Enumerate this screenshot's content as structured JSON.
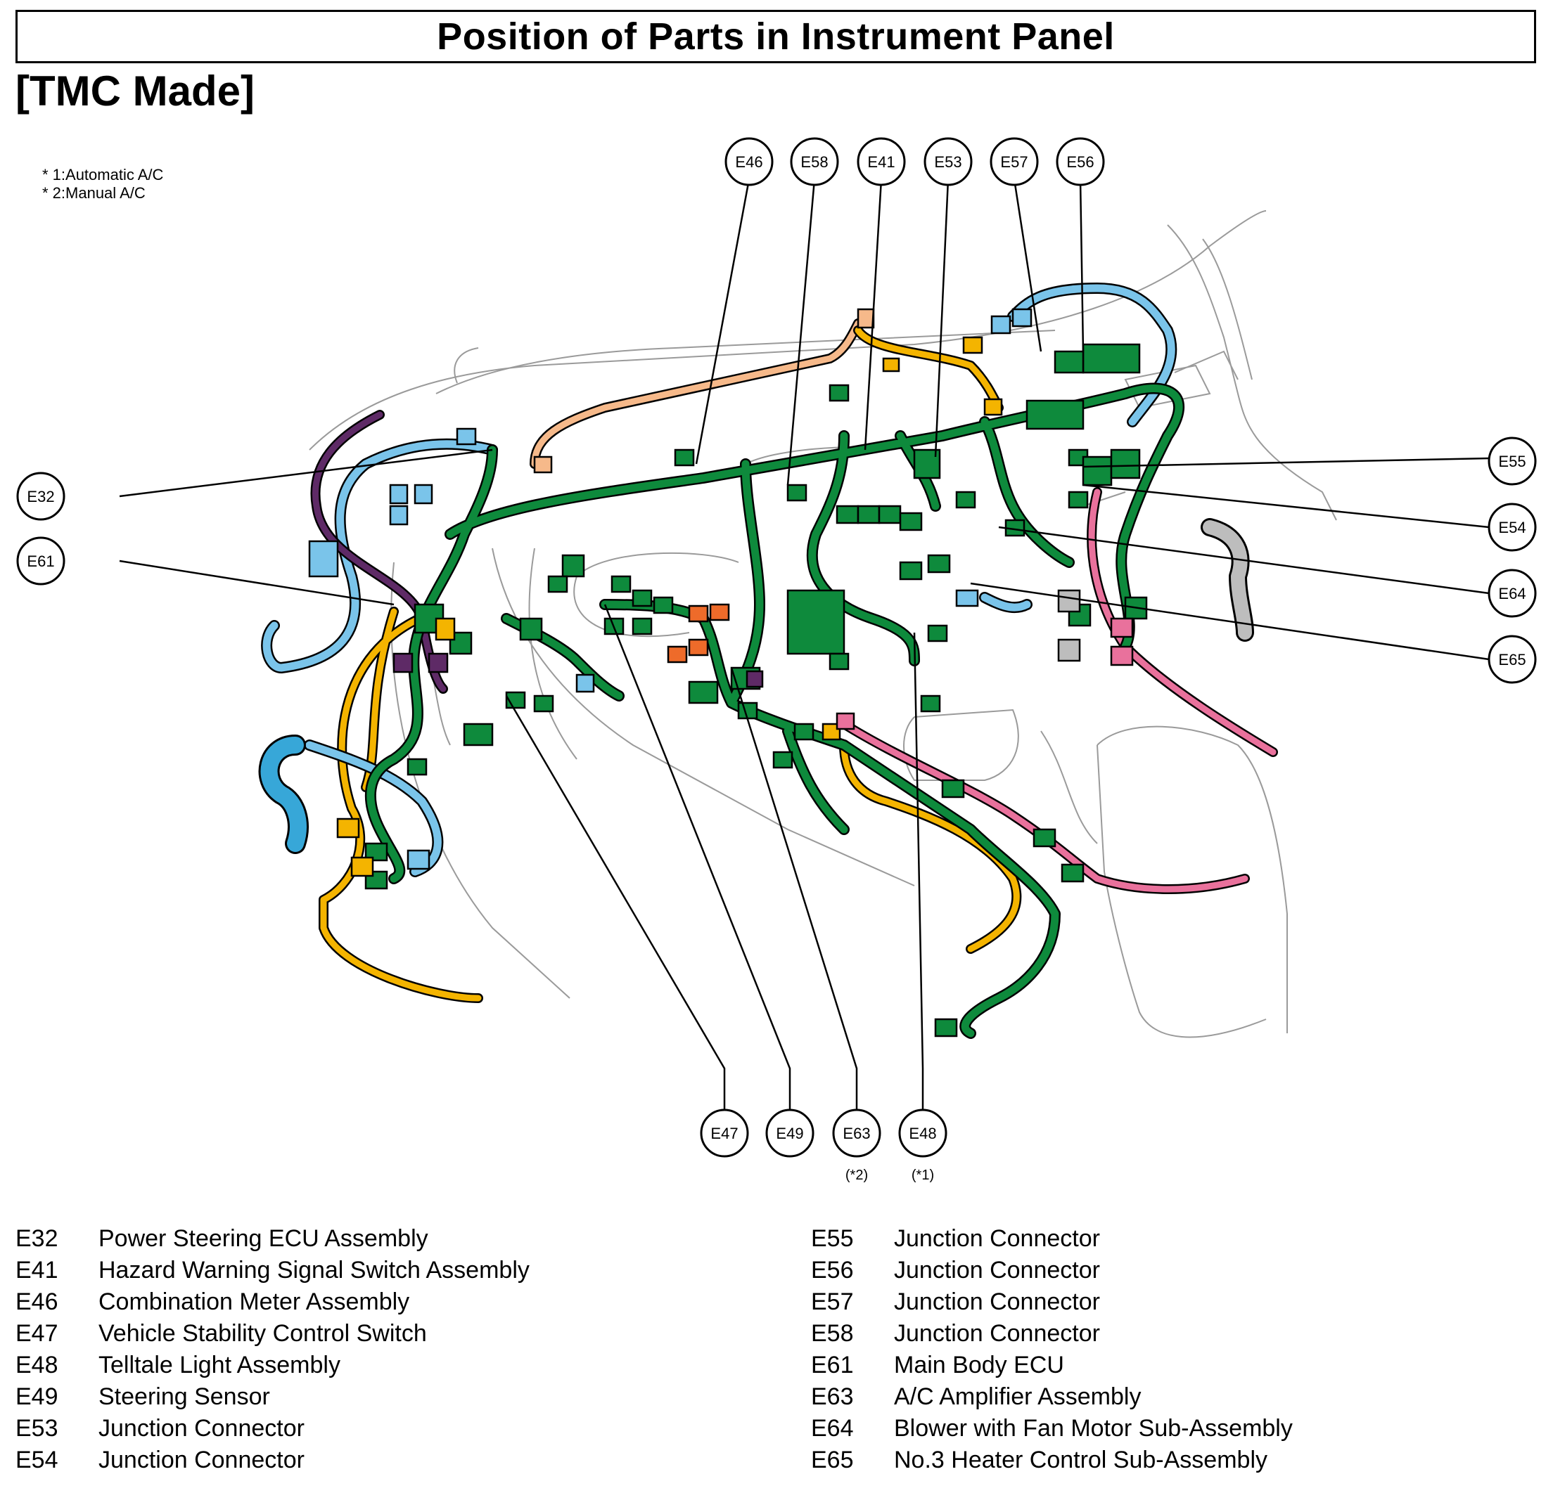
{
  "title": "Position of Parts in Instrument Panel",
  "subtitle": "[TMC Made]",
  "notes": [
    "* 1:Automatic A/C",
    "* 2:Manual A/C"
  ],
  "callouts": [
    {
      "code": "E46"
    },
    {
      "code": "E58"
    },
    {
      "code": "E41"
    },
    {
      "code": "E53"
    },
    {
      "code": "E57"
    },
    {
      "code": "E56"
    },
    {
      "code": "E32"
    },
    {
      "code": "E61"
    },
    {
      "code": "E55"
    },
    {
      "code": "E54"
    },
    {
      "code": "E64"
    },
    {
      "code": "E65"
    },
    {
      "code": "E47"
    },
    {
      "code": "E49"
    },
    {
      "code": "E63",
      "note": "(*2)"
    },
    {
      "code": "E48",
      "note": "(*1)"
    }
  ],
  "colors": {
    "harness_green": "#0e8a3c",
    "harness_blue": "#7ac4ea",
    "harness_yellow": "#f4b400",
    "harness_pink": "#e9719c",
    "harness_purple": "#5e2a66",
    "harness_orange": "#ee6b2a",
    "harness_peach": "#f6b98a",
    "outline_gray": "#9a9a9a"
  },
  "legend_left": [
    {
      "code": "E32",
      "name": "Power Steering ECU Assembly"
    },
    {
      "code": "E41",
      "name": "Hazard Warning Signal Switch Assembly"
    },
    {
      "code": "E46",
      "name": "Combination Meter Assembly"
    },
    {
      "code": "E47",
      "name": "Vehicle Stability Control Switch"
    },
    {
      "code": "E48",
      "name": "Telltale Light Assembly"
    },
    {
      "code": "E49",
      "name": "Steering Sensor"
    },
    {
      "code": "E53",
      "name": "Junction Connector"
    },
    {
      "code": "E54",
      "name": "Junction Connector"
    }
  ],
  "legend_right": [
    {
      "code": "E55",
      "name": "Junction Connector"
    },
    {
      "code": "E56",
      "name": "Junction Connector"
    },
    {
      "code": "E57",
      "name": "Junction Connector"
    },
    {
      "code": "E58",
      "name": "Junction Connector"
    },
    {
      "code": "E61",
      "name": "Main Body ECU"
    },
    {
      "code": "E63",
      "name": "A/C Amplifier Assembly"
    },
    {
      "code": "E64",
      "name": "Blower with Fan Motor Sub-Assembly"
    },
    {
      "code": "E65",
      "name": "No.3 Heater Control Sub-Assembly"
    }
  ]
}
